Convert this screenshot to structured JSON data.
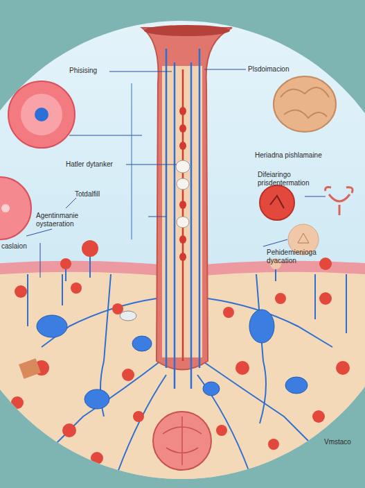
{
  "diagram": {
    "labels": [
      "Phisising",
      "Plsdoimacion",
      "Heriadna pishlamaine",
      "Hatler dytanker",
      "Difeiaringo prisdentermation",
      "Totdalfill",
      "Agentinmanie oystaeration",
      "caslaion",
      "Pehidemienioga dyacation",
      "Vmstaco"
    ]
  }
}
